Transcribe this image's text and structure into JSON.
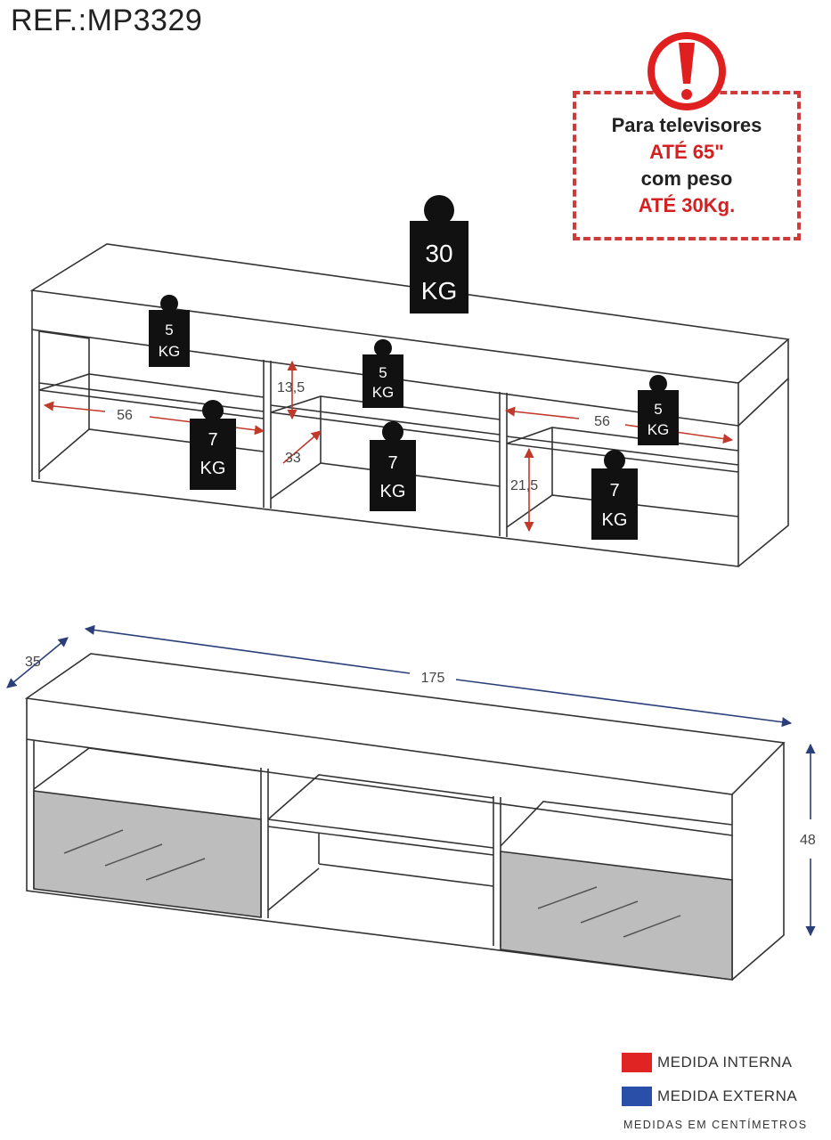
{
  "reference": "REF.:MP3329",
  "notice": {
    "line1": "Para televisores",
    "line2": "ATÉ 65\"",
    "line3": "com peso",
    "line4": "ATÉ 30Kg."
  },
  "weights": {
    "top": {
      "value": "30",
      "unit": "KG"
    },
    "upper_left": {
      "value": "5",
      "unit": "KG"
    },
    "upper_center": {
      "value": "5",
      "unit": "KG"
    },
    "upper_right": {
      "value": "5",
      "unit": "KG"
    },
    "lower_left": {
      "value": "7",
      "unit": "KG"
    },
    "lower_center": {
      "value": "7",
      "unit": "KG"
    },
    "lower_right": {
      "value": "7",
      "unit": "KG"
    }
  },
  "internal_dimensions": {
    "left_width": "56",
    "right_width": "56",
    "center_upper_height": "13,5",
    "center_depth": "33",
    "right_lower_height": "21,5"
  },
  "external_dimensions": {
    "depth": "35",
    "width": "175",
    "height": "48"
  },
  "legend": {
    "internal_label": "MEDIDA INTERNA",
    "external_label": "MEDIDA EXTERNA",
    "note": "MEDIDAS EM CENTÍMETROS",
    "internal_color": "#e02424",
    "external_color": "#2a4fa8"
  },
  "colors": {
    "weight_tag": "#111111",
    "glass_door": "#bdbdbd",
    "line": "#333333",
    "notice_red": "#d42020"
  }
}
